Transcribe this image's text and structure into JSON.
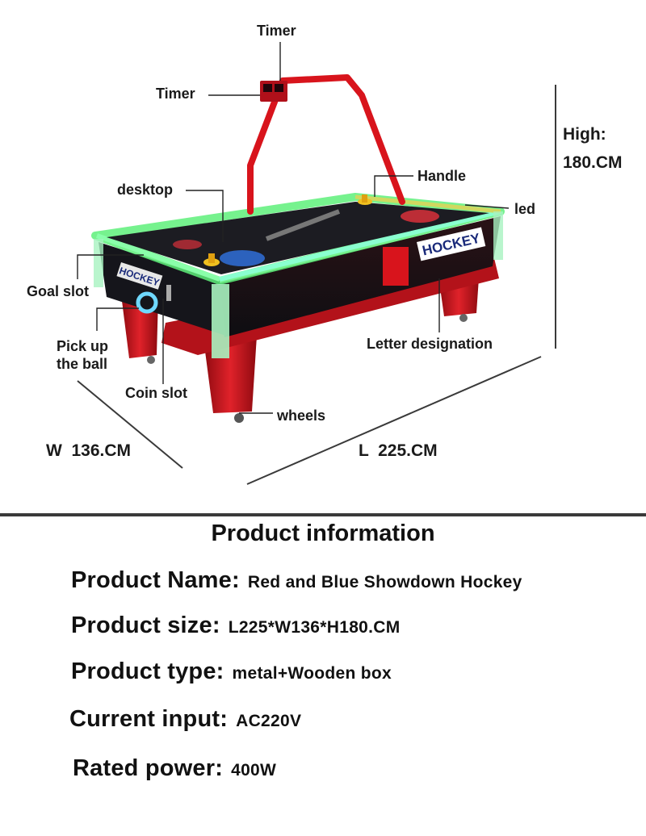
{
  "diagram": {
    "labels": {
      "timer_top": "Timer",
      "timer_left": "Timer",
      "desktop": "desktop",
      "handle": "Handle",
      "led": "led",
      "goal_slot": "Goal slot",
      "pick_up_line1": "Pick up",
      "pick_up_line2": "the ball",
      "coin_slot": "Coin slot",
      "letter_designation": "Letter designation",
      "wheels": "wheels"
    },
    "table_logo_text": "HOCKEY",
    "dimensions": {
      "high_label": "High:",
      "high_value": "180.CM",
      "width": "W  136.CM",
      "length": "L  225.CM"
    },
    "colors": {
      "cabinet_red": "#c8141b",
      "led_green": "#5ef07a",
      "surface_dark": "#1c1c22"
    }
  },
  "info": {
    "title": "Product information",
    "rows": [
      {
        "key": "Product Name:",
        "value": "Red and Blue Showdown Hockey"
      },
      {
        "key": "Product size:",
        "value": "L225*W136*H180.CM"
      },
      {
        "key": "Product type:",
        "value": "metal+Wooden box"
      },
      {
        "key": "Current input:",
        "value": "AC220V"
      },
      {
        "key": "Rated power:",
        "value": "400W"
      }
    ]
  }
}
